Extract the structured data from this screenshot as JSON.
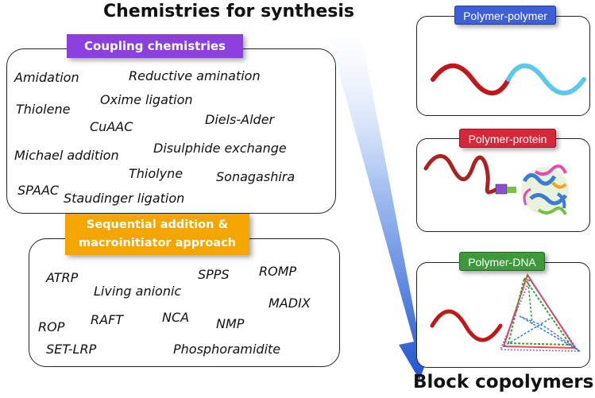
{
  "title": "Chemistries for synthesis",
  "footer": "Block copolymers",
  "coupling": {
    "heading": "Coupling chemistries",
    "color": "#8b3fdc",
    "items": [
      "Amidation",
      "Reductive amination",
      "Thiolene",
      "Oxime ligation",
      "CuAAC",
      "Diels-Alder",
      "Michael addition",
      "Disulphide exchange",
      "Thiolyne",
      "Sonagashira",
      "SPAAC",
      "Staudinger ligation"
    ]
  },
  "sequential": {
    "heading_line1": "Sequential addition &",
    "heading_line2": "macroinitiator approach",
    "color": "#f5a500",
    "items": [
      "ATRP",
      "SPPS",
      "ROMP",
      "Living anionic",
      "MADIX",
      "ROP",
      "RAFT",
      "NCA",
      "NMP",
      "SET-LRP",
      "Phosphoramidite"
    ]
  },
  "conjugates": [
    {
      "label": "Polymer-polymer",
      "color": "#3f5fd8"
    },
    {
      "label": "Polymer-protein",
      "color": "#d6283a"
    },
    {
      "label": "Polymer-DNA",
      "color": "#3c9a3a"
    }
  ],
  "colors": {
    "arrow": "#2a5bd6",
    "polymer_red": "#c01818",
    "polymer_cyan": "#5cc8ea"
  }
}
